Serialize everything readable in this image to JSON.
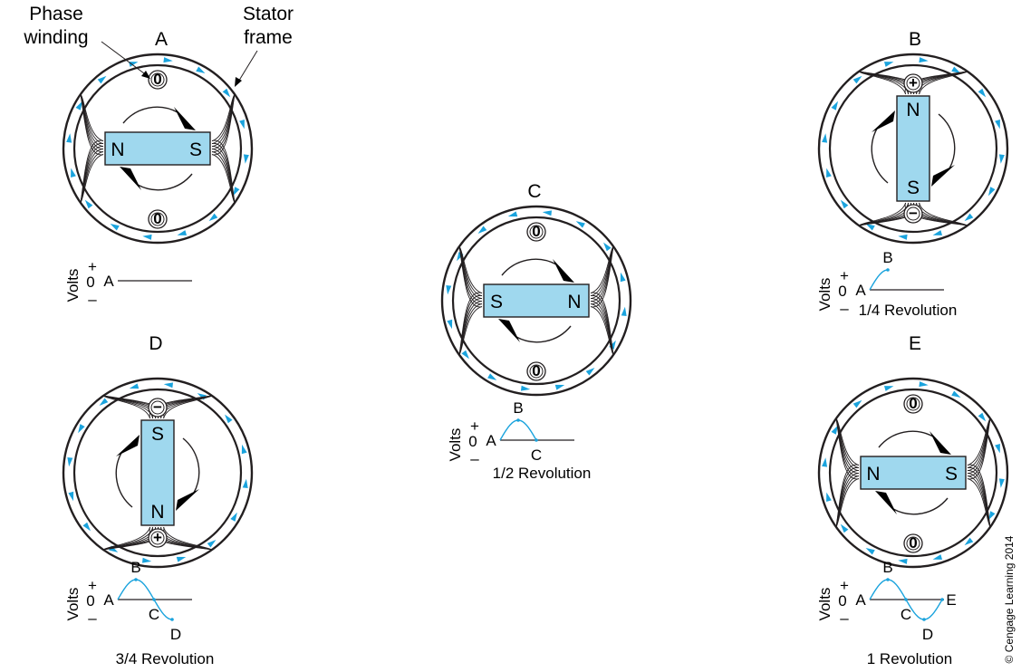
{
  "callouts": {
    "phase_winding": [
      "Phase",
      "winding"
    ],
    "stator_frame": [
      "Stator",
      "frame"
    ]
  },
  "panels": [
    {
      "id": "A",
      "label": "A",
      "left_pole": "N",
      "right_pole": "S",
      "top_pole": "",
      "bottom_pole": "",
      "top_sign": "0",
      "bottom_sign": "0",
      "revolution": "",
      "wave_points": [
        "A"
      ]
    },
    {
      "id": "B",
      "label": "B",
      "left_pole": "",
      "right_pole": "",
      "top_pole": "N",
      "bottom_pole": "S",
      "top_sign": "+",
      "bottom_sign": "−",
      "revolution": "1/4 Revolution",
      "wave_points": [
        "A",
        "B"
      ]
    },
    {
      "id": "C",
      "label": "C",
      "left_pole": "S",
      "right_pole": "N",
      "top_pole": "",
      "bottom_pole": "",
      "top_sign": "0",
      "bottom_sign": "0",
      "revolution": "1/2 Revolution",
      "wave_points": [
        "A",
        "B",
        "C"
      ]
    },
    {
      "id": "D",
      "label": "D",
      "left_pole": "",
      "right_pole": "",
      "top_pole": "S",
      "bottom_pole": "N",
      "top_sign": "−",
      "bottom_sign": "+",
      "revolution": "3/4 Revolution",
      "wave_points": [
        "A",
        "B",
        "C",
        "D"
      ]
    },
    {
      "id": "E",
      "label": "E",
      "left_pole": "N",
      "right_pole": "S",
      "top_pole": "",
      "bottom_pole": "",
      "top_sign": "0",
      "bottom_sign": "0",
      "revolution": "1 Revolution",
      "wave_points": [
        "A",
        "B",
        "C",
        "D",
        "E"
      ]
    }
  ],
  "axis": {
    "volts": "Volts",
    "plus": "+",
    "zero": "0",
    "minus": "–"
  },
  "credit": "© Cengage Learning 2014",
  "colors": {
    "magnet_fill": "#9fd8ee",
    "flux_arrow": "#1aa3dd",
    "wave": "#1aa3dd",
    "ink": "#231f20"
  }
}
